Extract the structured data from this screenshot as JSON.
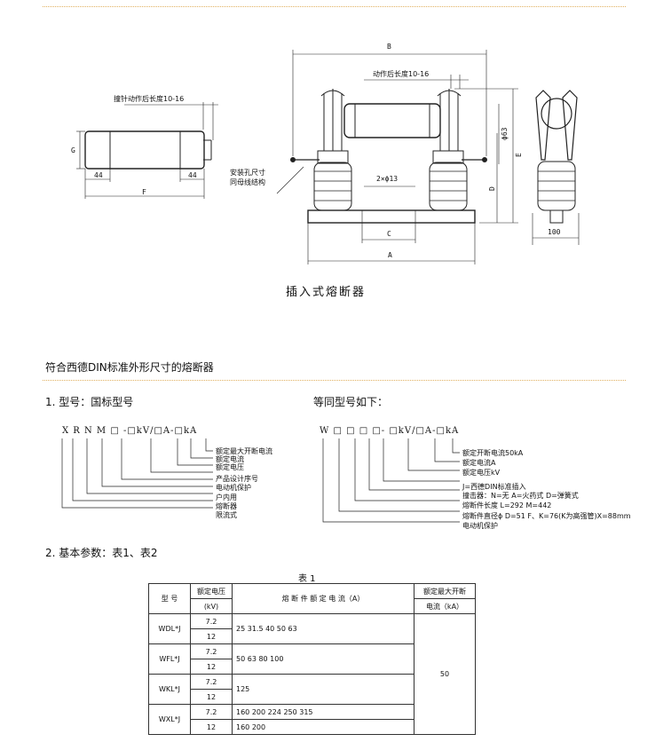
{
  "drawing": {
    "dim_B": "B",
    "note_after_action_right": "动作后长度10-16",
    "note_striker_after_action": "撞针动作后长度10-16",
    "dim_G": "G",
    "dim_44_left": "44",
    "dim_44_right": "44",
    "dim_F": "F",
    "note_mount_hole_1": "安装孔尺寸",
    "note_mount_hole_2": "同母线结构",
    "dim_holes": "2×ϕ13",
    "dim_C": "C",
    "dim_A": "A",
    "dim_phi63": "ϕ63",
    "dim_E": "E",
    "dim_D": "D",
    "dim_100": "100"
  },
  "caption": "插入式熔断器",
  "section_title": "符合西德DIN标准外形尺寸的熔断器",
  "heading_model": "1. 型号：国标型号",
  "heading_equiv": "等同型号如下：",
  "model_left": "X R N M □ -□kV/□A-□kA",
  "legend_left": [
    "额定最大开断电流",
    "额定电流",
    "额定电压",
    "产品设计序号",
    "电动机保护",
    "户内用",
    "熔断器",
    "限流式"
  ],
  "model_right": "W □ □ □ □- □kV/□A-□kA",
  "legend_right": [
    "额定开断电流50kA",
    "额定电流A",
    "额定电压kV",
    "J=西德DIN标准插入",
    "撞击器：N=无  A=火药式  D=弹簧式",
    "熔断件长度 L=292  M=442",
    "熔断件直径ϕ D=51 F、K=76(K为高强管)X=88mm",
    "电动机保护"
  ],
  "heading_params": "2. 基本参数：表1、表2",
  "table_title": "表 1",
  "table": {
    "h_model": "型 号",
    "h_voltage_1": "额定电压",
    "h_voltage_2": "(kV)",
    "h_current": "熔 断 件 额 定 电 流（A）",
    "h_break_1": "额定最大开断",
    "h_break_2": "电流（kA）",
    "break_value": "50",
    "rows": [
      {
        "model": "WDL*J",
        "v1": "7.2",
        "v2": "12",
        "currents": "25  31.5  40  50  63"
      },
      {
        "model": "WFL*J",
        "v1": "7.2",
        "v2": "12",
        "currents": "50  63  80  100"
      },
      {
        "model": "WKL*J",
        "v1": "7.2",
        "v2": "12",
        "currents": "125"
      },
      {
        "model": "WXL*J",
        "v1": "7.2",
        "v2": "12",
        "currents": "160  200  224  250  315",
        "currents2": "160  200"
      }
    ]
  }
}
